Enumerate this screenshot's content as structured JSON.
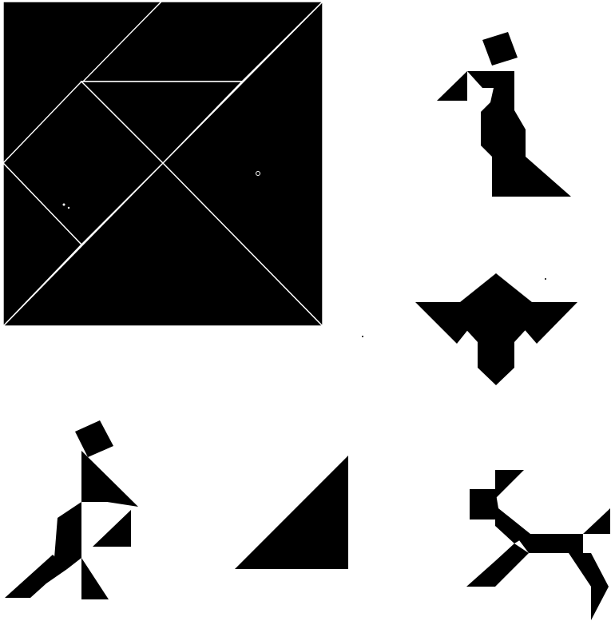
{
  "colors": {
    "background": "#ffffff",
    "piece_fill": "#000000",
    "cut_line": "#ffffff"
  },
  "figures": [
    {
      "id": "tangram-square",
      "kind": "assembled-square",
      "piece_count": 7
    },
    {
      "id": "woman-figure",
      "kind": "silhouette"
    },
    {
      "id": "bird-figure",
      "kind": "silhouette"
    },
    {
      "id": "running-man-figure",
      "kind": "silhouette"
    },
    {
      "id": "large-triangle-figure",
      "kind": "silhouette"
    },
    {
      "id": "dog-figure",
      "kind": "silhouette"
    }
  ]
}
